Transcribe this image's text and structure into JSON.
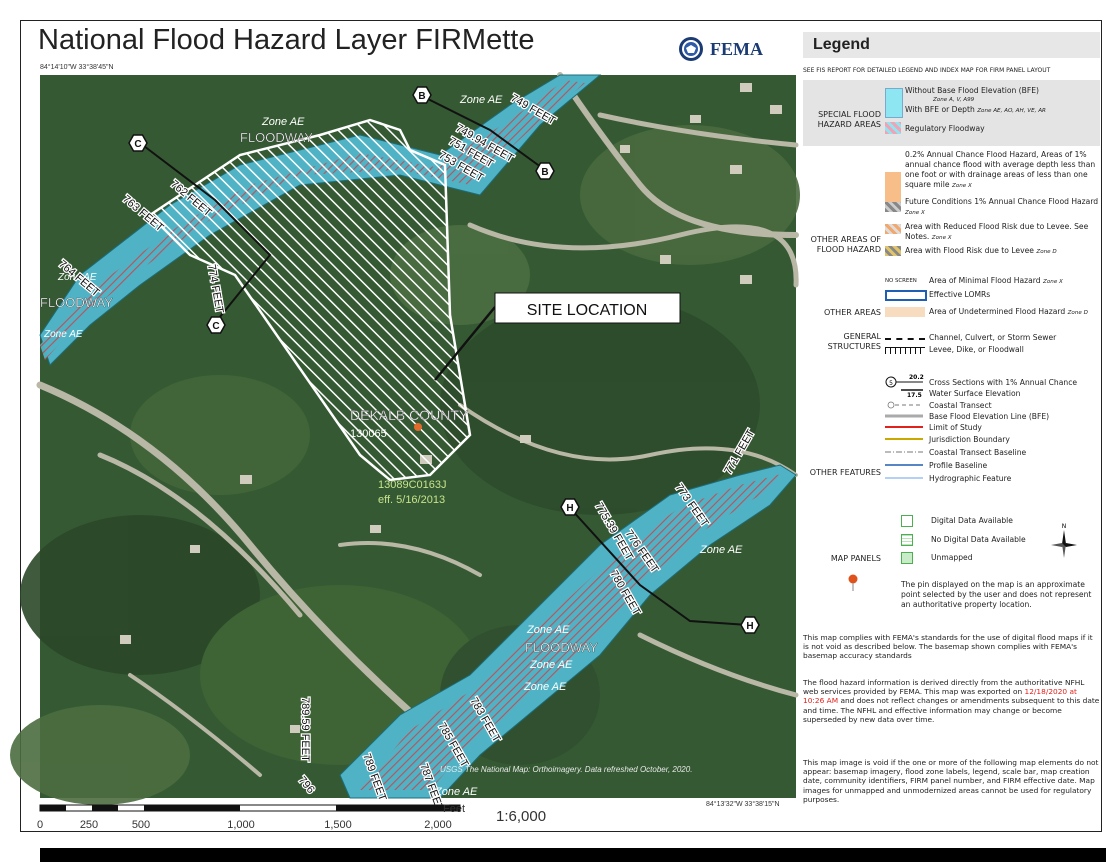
{
  "title": "National Flood Hazard Layer FIRMette",
  "fema_wordmark": "FEMA",
  "coords": {
    "top_left": "84°14'10\"W 33°38'45\"N",
    "bottom_right": "84°13'32\"W 33°38'15\"N"
  },
  "map_labels": {
    "site_location": "SITE LOCATION",
    "county": "DEKALB COUNTY",
    "community": "130065",
    "panel": "13089C0163J",
    "panel_eff": "eff. 5/16/2013",
    "floodway_1": "FLOODWAY",
    "floodway_2": "FLOODWAY",
    "floodway_3": "FLOODWAY",
    "zone_ae": "Zone AE",
    "feet": [
      "749 FEET",
      "749.94 FEET",
      "751 FEET",
      "753 FEET",
      "762 FEET",
      "763 FEET",
      "764 FEET",
      "774 FEET",
      "775.39 FEET",
      "776 FEET",
      "773 FEET",
      "771 FEET",
      "780 FEET",
      "783 FEET",
      "785 FEET",
      "787 FEET",
      "789 FEET",
      "789.59 FEET",
      "796"
    ],
    "cross_sections": [
      "B",
      "B",
      "C",
      "C",
      "H",
      "H"
    ],
    "basemap_credit": "USGS The National Map: Orthoimagery. Data refreshed October, 2020."
  },
  "scale": {
    "ticks": [
      "0",
      "250",
      "500",
      "1,000",
      "1,500",
      "2,000"
    ],
    "unit": "Feet",
    "ratio": "1:6,000"
  },
  "legend": {
    "title": "Legend",
    "subtitle": "SEE FIS REPORT FOR DETAILED LEGEND AND INDEX MAP FOR FIRM PANEL LAYOUT",
    "categories": {
      "special": "SPECIAL FLOOD HAZARD AREAS",
      "other_flood": "OTHER AREAS OF FLOOD HAZARD",
      "other_areas": "OTHER AREAS",
      "general": "GENERAL STRUCTURES",
      "other_features": "OTHER FEATURES",
      "map_panels": "MAP PANELS"
    },
    "items": {
      "without_bfe": "Without Base Flood Elevation (BFE)",
      "without_bfe_zone": "Zone A, V, A99",
      "with_bfe": "With BFE or Depth",
      "with_bfe_zone": "Zone AE, AO, AH, VE, AR",
      "floodway": "Regulatory Floodway",
      "annual02": "0.2% Annual Chance Flood Hazard, Areas of 1% annual chance flood with average depth less than one foot or with drainage areas of less than one square mile",
      "zone_x": "Zone X",
      "future": "Future Conditions 1% Annual Chance Flood Hazard",
      "reduced": "Area with Reduced Flood Risk due to Levee. See Notes.",
      "levee_risk": "Area with Flood Risk due to Levee",
      "zone_d": "Zone D",
      "no_screen": "NO SCREEN",
      "minimal": "Area of Minimal Flood Hazard",
      "lomr": "Effective LOMRs",
      "undetermined": "Area of Undetermined Flood Hazard",
      "channel": "Channel, Culvert, or Storm Sewer",
      "levee": "Levee, Dike, or Floodwall",
      "xs_num": "20.2",
      "xs_num2": "17.5",
      "xs_circle": "5",
      "xs_a": "Cross Sections with 1% Annual Chance",
      "xs_b": "Water Surface Elevation",
      "transect": "Coastal Transect",
      "bfe_line": "Base Flood Elevation Line (BFE)",
      "limit": "Limit of Study",
      "jurisdiction": "Jurisdiction Boundary",
      "transect_base": "Coastal Transect Baseline",
      "profile": "Profile Baseline",
      "hydro": "Hydrographic Feature",
      "digital": "Digital Data Available",
      "no_digital": "No Digital Data Available",
      "unmapped": "Unmapped",
      "north": "N",
      "pin_note": "The pin displayed on the map is an approximate point selected by the user and does not represent an authoritative property location."
    },
    "notes": {
      "n1": "This map complies with FEMA's standards for the use of digital flood maps if it is not void as described below. The basemap shown complies with FEMA's basemap accuracy standards",
      "n2a": "The flood hazard information is derived directly from the authoritative NFHL web services provided by FEMA. This map was exported on",
      "n2_date": "12/18/2020 at 10:26 AM",
      "n2b": "and does not reflect changes or amendments subsequent to this date and time. The NFHL and effective information may change or become superseded by new data over time.",
      "n3": "This map image is void if the one or more of the following map elements do not appear: basemap imagery, flood zone labels, legend, scale bar, map creation date, community identifiers, FIRM panel number, and FIRM effective date. Map images for unmapped and unmodernized areas cannot be used for regulatory purposes."
    }
  }
}
